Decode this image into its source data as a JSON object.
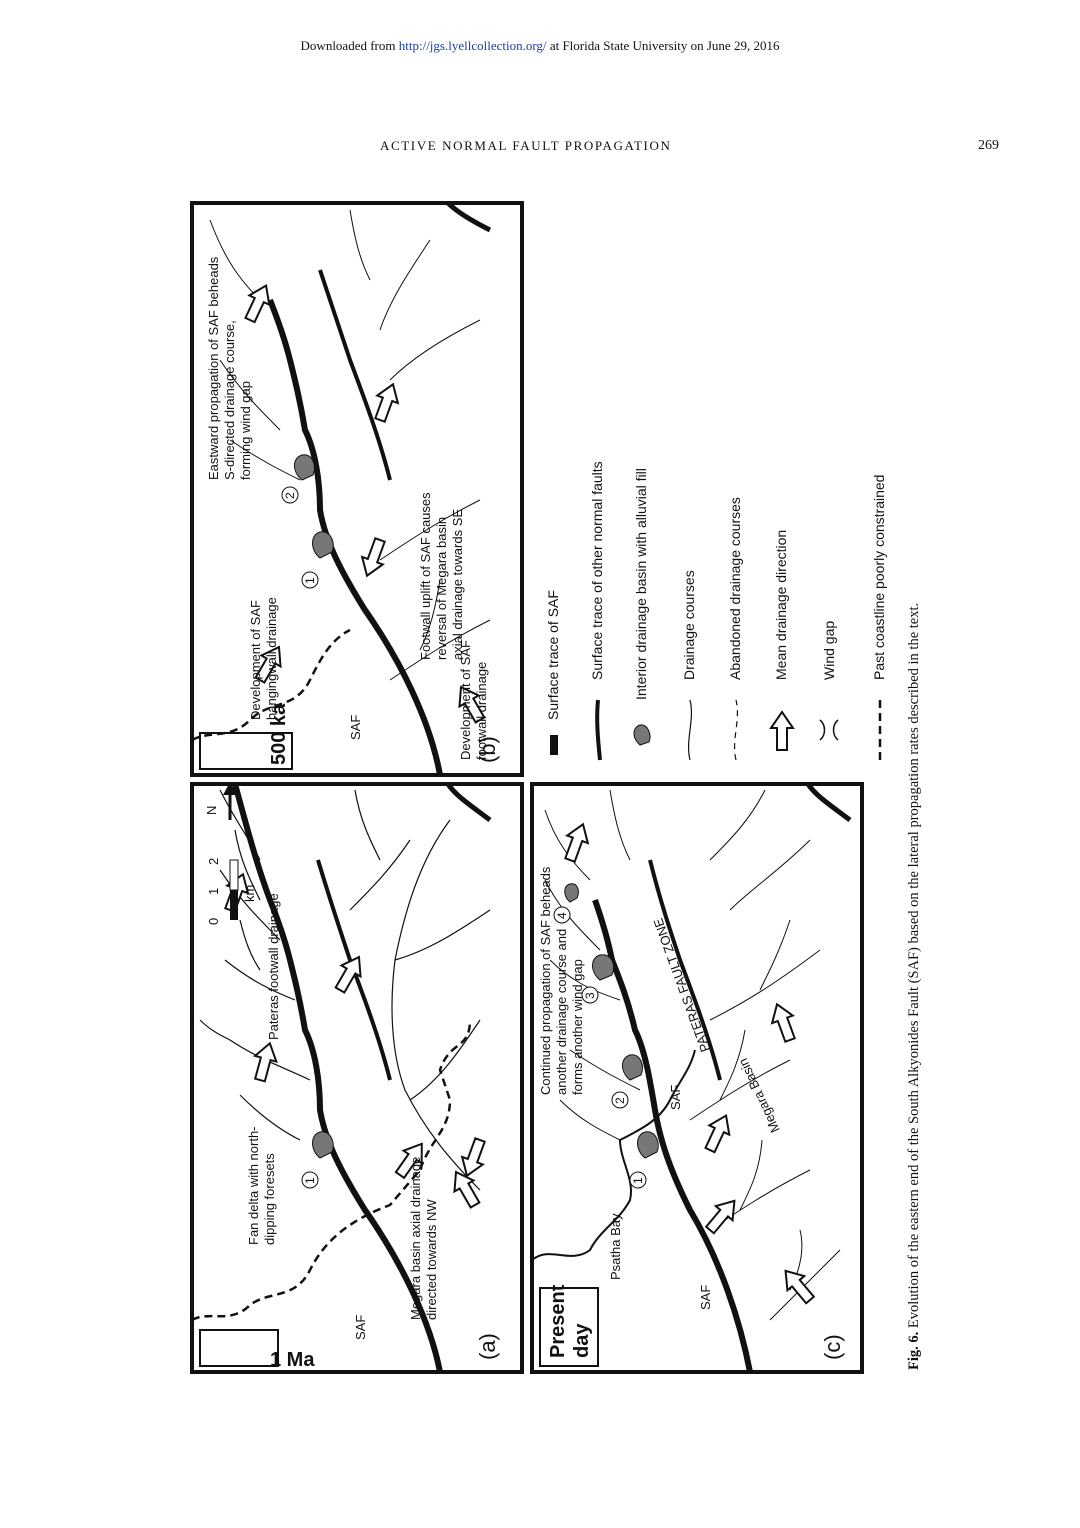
{
  "header": {
    "download_prefix": "Downloaded from ",
    "download_url": "http://jgs.lyellcollection.org/",
    "download_suffix": " at Florida State University on June 29, 2016",
    "running_head": "ACTIVE NORMAL FAULT PROPAGATION",
    "page_number": "269"
  },
  "figure": {
    "panel_a": {
      "age": "1 Ma",
      "letter": "(a)",
      "saf": "SAF",
      "fan_delta": [
        "Fan delta with north-",
        "dipping foresets"
      ],
      "megara_axial": [
        "Megara basin axial drainage",
        "directed towards NW"
      ],
      "pateras": "Pateras footwall drainage",
      "scale_ticks": [
        "0",
        "1",
        "2"
      ],
      "scale_unit": "km",
      "north": "N",
      "basin_label": "1"
    },
    "panel_b": {
      "age": "500 ka",
      "letter": "(b)",
      "saf": "SAF",
      "hangingwall": [
        "Development of SAF",
        "hangingwall drainage"
      ],
      "footwall_dev": [
        "Development of SAF",
        "footwall drainage"
      ],
      "footwall_uplift": [
        "Footwall uplift of SAF causes",
        "reversal of Megara basin",
        "axial drainage towards SE"
      ],
      "eastward": [
        "Eastward propagation of SAF beheads",
        "S-directed drainage course,",
        "forming wind gap"
      ],
      "basin_labels": [
        "1",
        "2"
      ]
    },
    "panel_c": {
      "age_line1": "Present",
      "age_line2": "day",
      "letter": "(c)",
      "saf": "SAF",
      "psatha": "Psatha Bay",
      "continued": [
        "Continued propagation of SAF beheads",
        "another drainage course and",
        "forms another wind gap"
      ],
      "pateras_zone": "PATERAS FAULT ZONE",
      "megara_basin": "Megara Basin",
      "basin_labels": [
        "1",
        "2",
        "3",
        "4"
      ]
    },
    "legend": [
      "Surface trace of SAF",
      "Surface trace of other normal faults",
      "Interior drainage basin with alluvial fill",
      "Drainage courses",
      "Abandoned drainage courses",
      "Mean drainage direction",
      "Wind gap",
      "Past coastline poorly constrained"
    ],
    "caption_label": "Fig. 6.",
    "caption_text": " Evolution of the eastern end of the South Alkyonides Fault (SAF) based on the lateral propagation rates described in the text."
  }
}
